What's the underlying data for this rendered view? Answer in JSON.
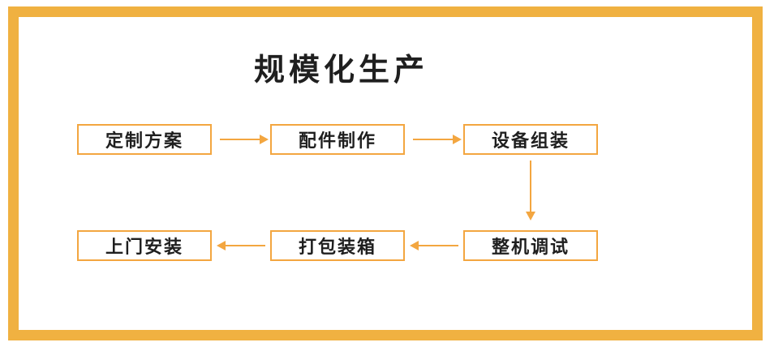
{
  "page": {
    "title": "规模化生产"
  },
  "colors": {
    "frame": "#F0B141",
    "line": "#F3A640",
    "text": "#1F1F1F",
    "bg": "#FFFFFF"
  },
  "diagram": {
    "type": "flowchart",
    "nodes": [
      {
        "label": "定制方案"
      },
      {
        "label": "配件制作"
      },
      {
        "label": "设备组装"
      },
      {
        "label": "整机调试"
      },
      {
        "label": "打包装箱"
      },
      {
        "label": "上门安装"
      }
    ],
    "edges": [
      {
        "from": "定制方案",
        "to": "配件制作",
        "direction": "right"
      },
      {
        "from": "配件制作",
        "to": "设备组装",
        "direction": "right"
      },
      {
        "from": "设备组装",
        "to": "整机调试",
        "direction": "down"
      },
      {
        "from": "整机调试",
        "to": "打包装箱",
        "direction": "left"
      },
      {
        "from": "打包装箱",
        "to": "上门安装",
        "direction": "left"
      }
    ]
  }
}
